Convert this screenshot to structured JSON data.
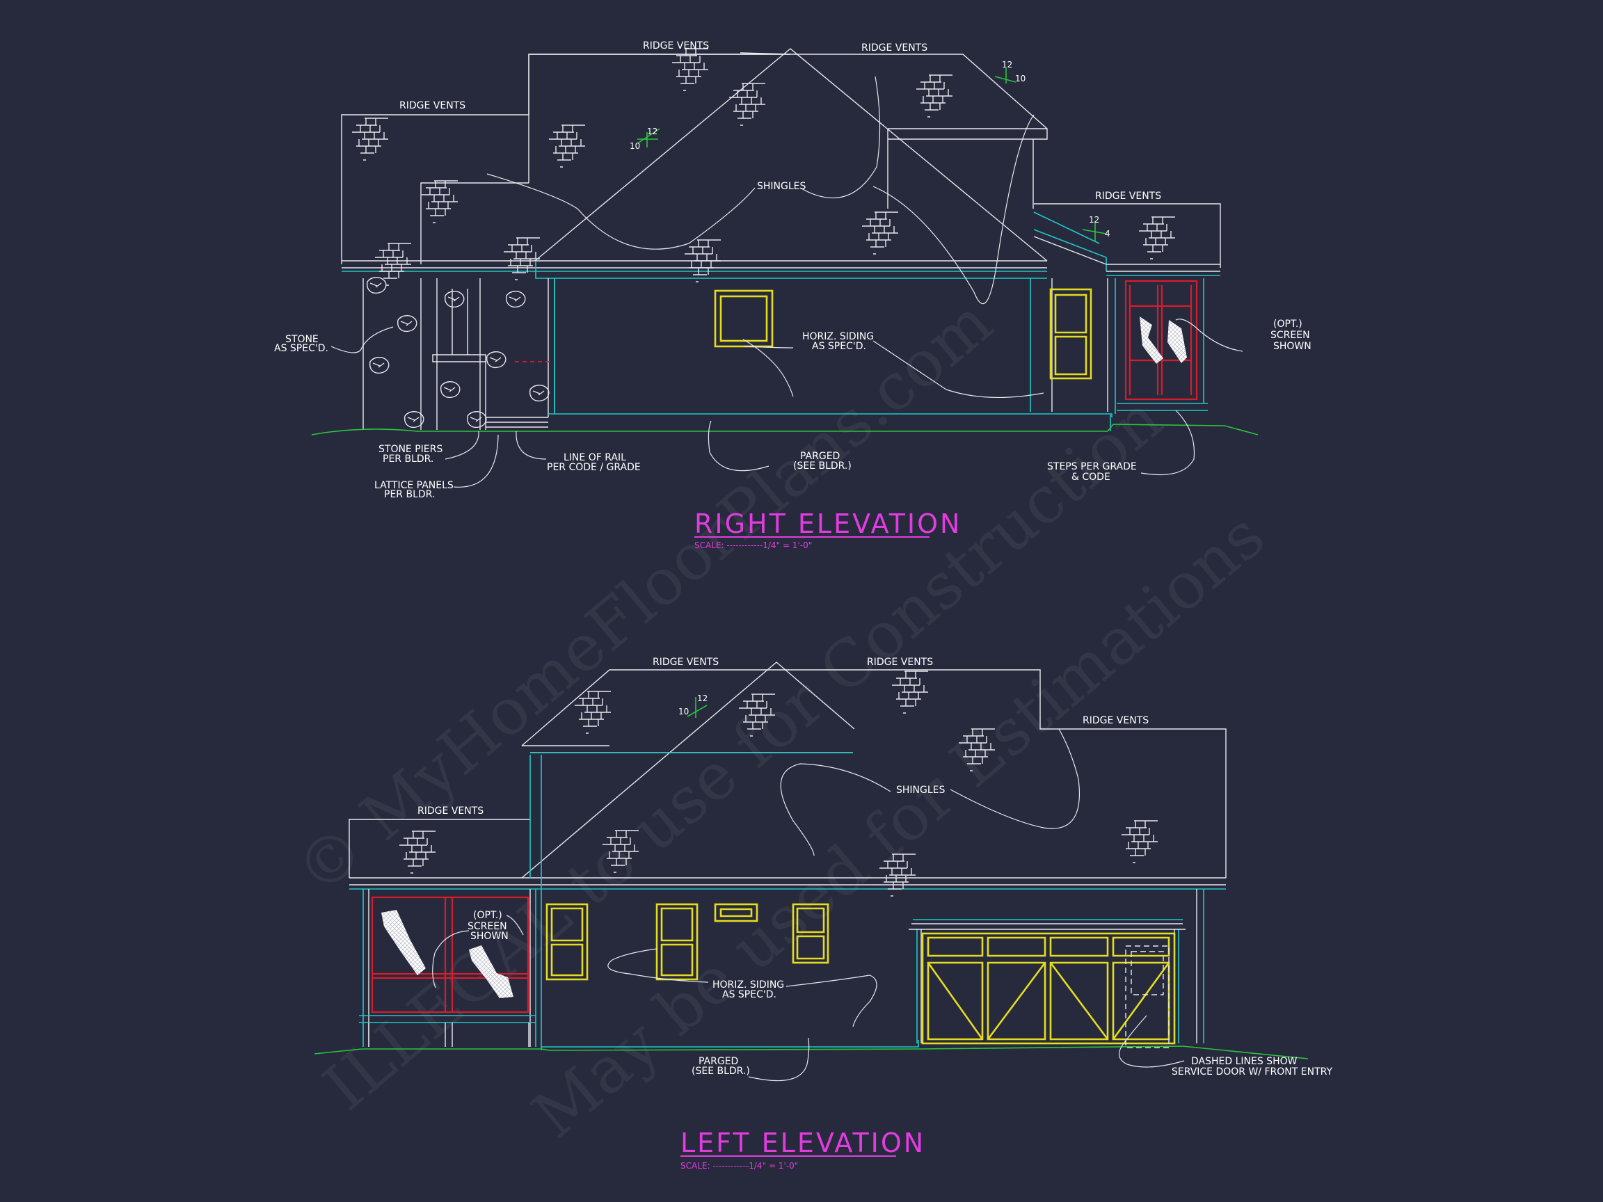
{
  "watermark": {
    "line1": "© MyHomeFloorPlans.com",
    "line2": "ILLEGAL to use for Construction",
    "line3": "May be used for Estimations"
  },
  "right_elevation": {
    "title": "RIGHT ELEVATION",
    "scale": "SCALE: ------------1/4\" = 1'-0\"",
    "notes": {
      "ridge_vents_1": "RIDGE VENTS",
      "ridge_vents_2": "RIDGE VENTS",
      "ridge_vents_3": "RIDGE VENTS",
      "ridge_vents_4": "RIDGE VENTS",
      "shingles": "SHINGLES",
      "stone_1": "STONE",
      "stone_2": "AS SPEC'D.",
      "siding_1": "HORIZ. SIDING",
      "siding_2": "AS SPEC'D.",
      "screen_1": "(OPT.)",
      "screen_2": "SCREEN",
      "screen_3": "SHOWN",
      "piers_1": "STONE PIERS",
      "piers_2": "PER BLDR.",
      "lattice_1": "LATTICE PANELS",
      "lattice_2": "PER BLDR.",
      "rail_1": "LINE OF RAIL",
      "rail_2": "PER CODE / GRADE",
      "parged_1": "PARGED",
      "parged_2": "(SEE BLDR.)",
      "steps_1": "STEPS PER GRADE",
      "steps_2": "& CODE"
    },
    "pitches": {
      "a_rise": "10",
      "a_run": "12",
      "b_rise": "10",
      "b_run": "12",
      "c_rise": "4",
      "c_run": "12"
    }
  },
  "left_elevation": {
    "title": "LEFT ELEVATION",
    "scale": "SCALE: ------------1/4\" = 1'-0\"",
    "notes": {
      "ridge_vents_1": "RIDGE VENTS",
      "ridge_vents_2": "RIDGE VENTS",
      "ridge_vents_3": "RIDGE VENTS",
      "ridge_vents_4": "RIDGE VENTS",
      "shingles": "SHINGLES",
      "screen_1": "(OPT.)",
      "screen_2": "SCREEN",
      "screen_3": "SHOWN",
      "siding_1": "HORIZ. SIDING",
      "siding_2": "AS SPEC'D.",
      "parged_1": "PARGED",
      "parged_2": "(SEE BLDR.)",
      "dashed_1": "DASHED LINES SHOW",
      "dashed_2": "SERVICE DOOR W/ FRONT ENTRY"
    },
    "pitches": {
      "a_rise": "10",
      "a_run": "12"
    }
  }
}
